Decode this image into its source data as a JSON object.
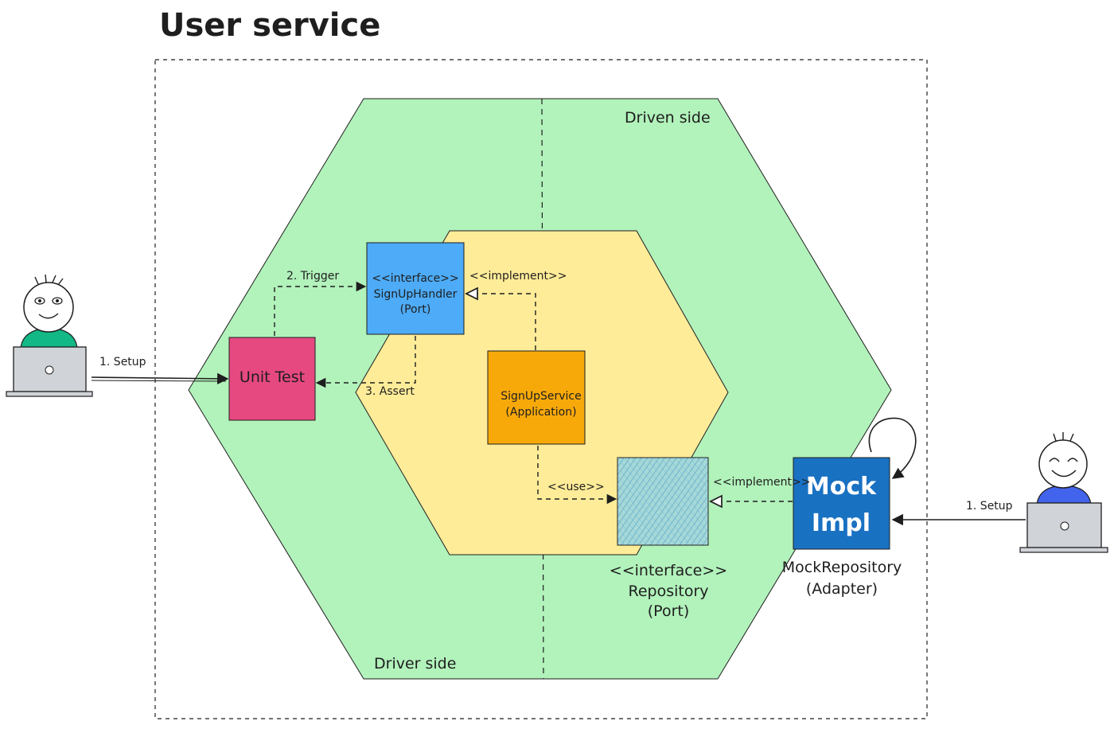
{
  "title": "User service",
  "zones": {
    "driven_side": "Driven side",
    "driver_side": "Driver side"
  },
  "nodes": {
    "unit_test": "Unit Test",
    "signup_handler": {
      "stereotype": "<<interface>>",
      "name": "SignUpHandler",
      "role": "(Port)"
    },
    "signup_service": {
      "name": "SignUpService",
      "role": "(Application)"
    },
    "repository": {
      "stereotype": "<<interface>>",
      "name": "Repository",
      "role": "(Port)"
    },
    "mock_impl": {
      "line1": "Mock",
      "line2": "Impl",
      "name": "MockRepository",
      "role": "(Adapter)"
    }
  },
  "edges": {
    "setup_left": "1. Setup",
    "trigger": "2. Trigger",
    "assert": "3. Assert",
    "implement_top": "<<implement>>",
    "use": "<<use>>",
    "implement_bottom": "<<implement>>",
    "setup_right": "1. Setup"
  },
  "colors": {
    "outer_hexagon": "#b2f2bb",
    "inner_hexagon": "#ffec99",
    "unit_test": "#e64980",
    "signup_handler": "#4dabf7",
    "signup_service": "#f8a90a",
    "repository": "#9ed6d6",
    "mock_impl": "#1971c2",
    "person_left_shirt": "#12b886",
    "person_right_shirt": "#4263eb",
    "laptop": "#d0d4d8"
  }
}
